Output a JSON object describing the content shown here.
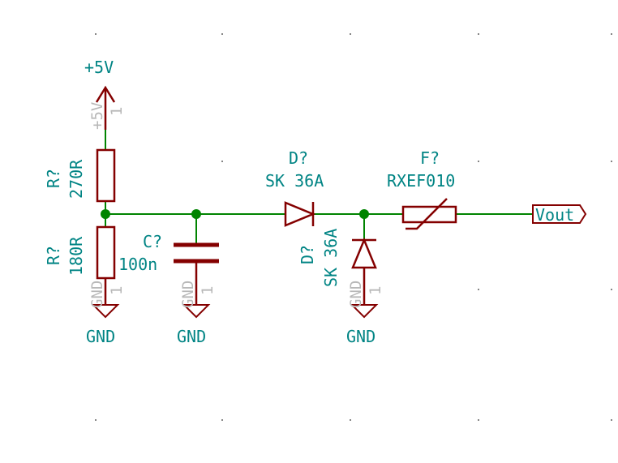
{
  "power": {
    "vcc_label": "+5V",
    "vcc_pin_name": "+5V",
    "vcc_pin_num": "1"
  },
  "gnd": {
    "label": "GND",
    "pin_name": "GND",
    "pin_num": "1"
  },
  "r1": {
    "ref": "R?",
    "value": "270R"
  },
  "r2": {
    "ref": "R?",
    "value": "180R"
  },
  "c1": {
    "ref": "C?",
    "value": "100n"
  },
  "d1": {
    "ref": "D?",
    "value": "SK 36A"
  },
  "d2": {
    "ref": "D?",
    "value": "SK 36A"
  },
  "f1": {
    "ref": "F?",
    "value": "RXEF010"
  },
  "output": {
    "label": "Vout"
  },
  "colors": {
    "wire": "#008400",
    "component": "#840000",
    "label": "#008484",
    "pin_text": "#b8b8b8"
  }
}
